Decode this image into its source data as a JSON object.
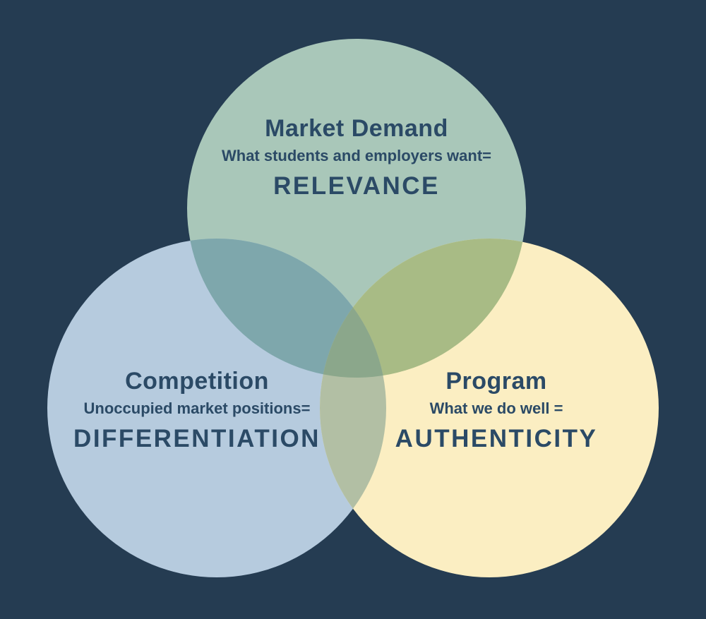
{
  "colors": {
    "background": "#253C52",
    "text": "#2B4A66"
  },
  "venn": {
    "circles": [
      {
        "id": "market-demand",
        "title": "Market Demand",
        "subtitle": "What students and employers want=",
        "keyword": "RELEVANCE",
        "color": "#A9C7B9"
      },
      {
        "id": "competition",
        "title": "Competition",
        "subtitle": "Unoccupied market positions=",
        "keyword": "DIFFERENTIATION",
        "color": "#B6CBDE"
      },
      {
        "id": "program",
        "title": "Program",
        "subtitle": "What we do well =",
        "keyword": "AUTHENTICITY",
        "color": "#FBEEC2"
      }
    ],
    "overlap_colors": {
      "market_competition": "#7EA7AC",
      "market_program": "#A8BB85",
      "competition_program": "#B2BFA4",
      "center": "#8BA78B"
    }
  }
}
